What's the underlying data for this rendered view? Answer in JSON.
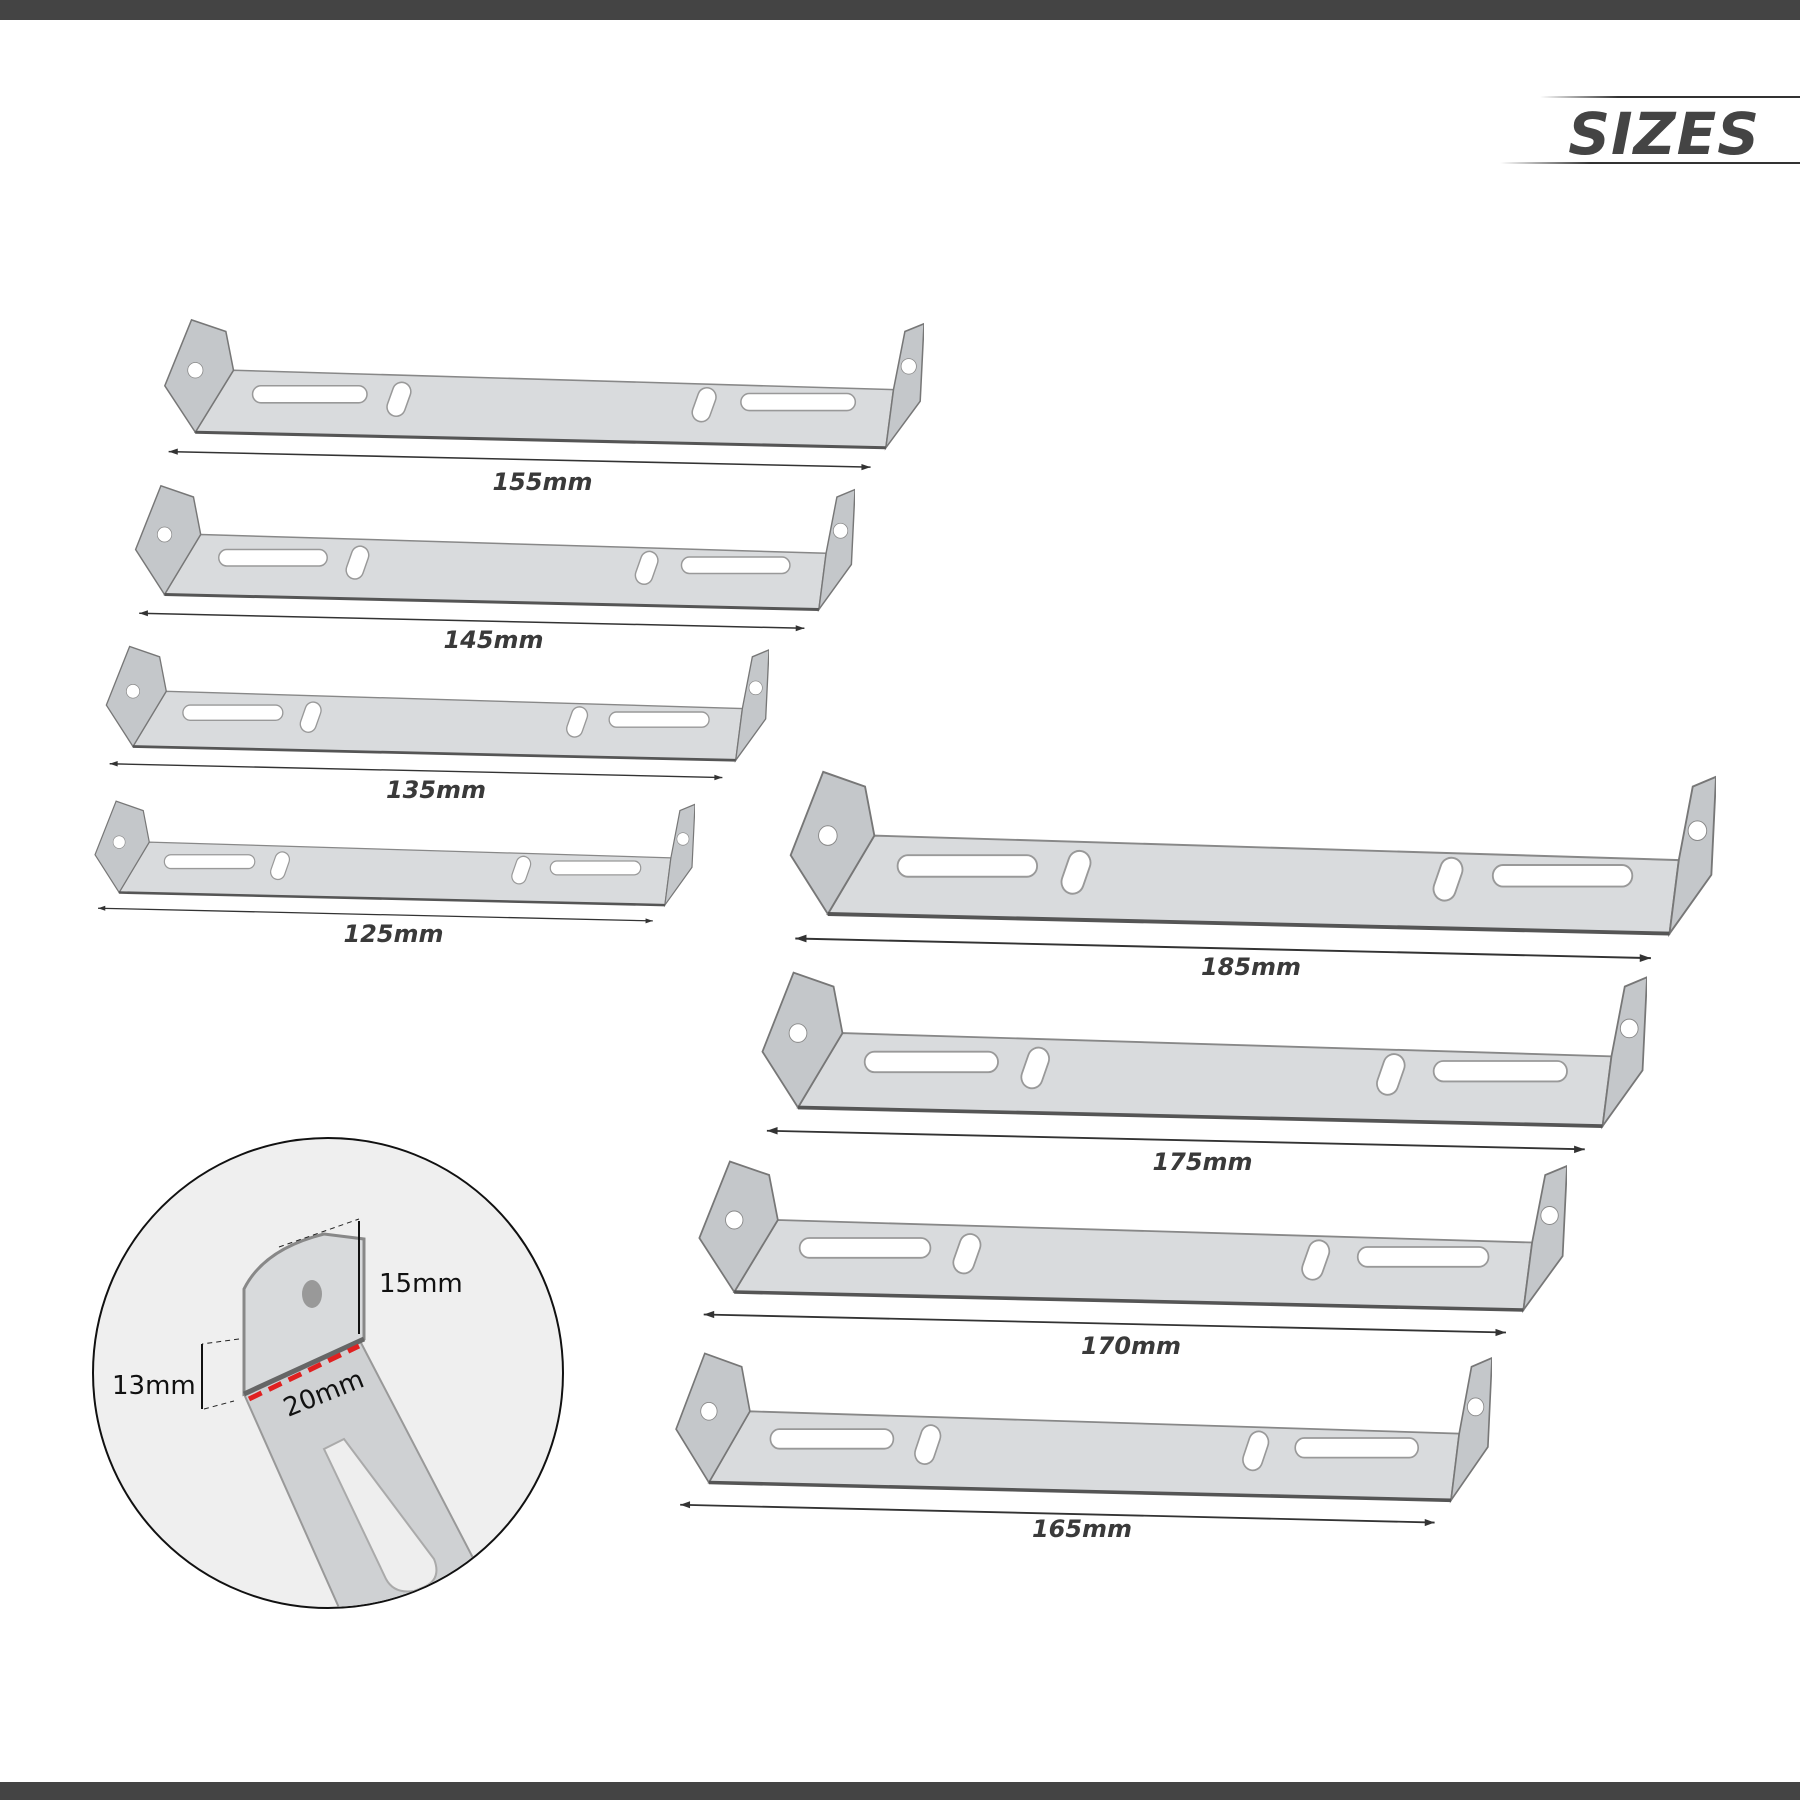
{
  "title": "SIZES",
  "brackets": [
    {
      "label": "155mm"
    },
    {
      "label": "145mm"
    },
    {
      "label": "135mm"
    },
    {
      "label": "125mm"
    },
    {
      "label": "185mm"
    },
    {
      "label": "175mm"
    },
    {
      "label": "170mm"
    },
    {
      "label": "165mm"
    }
  ],
  "detail": {
    "tab_height_right": "15mm",
    "tab_height_left": "13mm",
    "width": "20mm"
  },
  "colors": {
    "bar": "#444444",
    "title": "#444444",
    "accent_dash": "#e02020",
    "metal": "#d4d6d8"
  }
}
